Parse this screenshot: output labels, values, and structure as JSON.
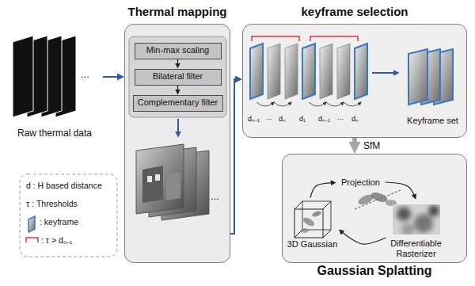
{
  "diagram": {
    "nodes": [
      {
        "text": [
          "Raw thermal data"
        ]
      },
      {
        "text": [
          "Thermal mapping"
        ]
      },
      {
        "text": [
          "Min-max scaling"
        ],
        "in": 1
      },
      {
        "text": [
          "Bilateral filter"
        ],
        "in": 1
      },
      {
        "text": [
          "Complementary filter"
        ],
        "in": 1
      },
      {
        "text": [
          "keyframe selection"
        ]
      },
      {
        "text": [
          "Keyframe set"
        ],
        "in": 5
      },
      {
        "text": [
          "Gaussian Splatting"
        ]
      },
      {
        "text": [
          "Projection"
        ],
        "in": 7
      },
      {
        "text": [
          "3D Gaussian"
        ],
        "in": 7
      },
      {
        "text": [
          "Differentiable Rasterizer"
        ],
        "in": 7
      }
    ],
    "edges": [
      {
        "from": 0,
        "to": 1,
        "arrow": "to"
      },
      {
        "from": 2,
        "to": 3,
        "arrow": "to"
      },
      {
        "from": 3,
        "to": 4,
        "arrow": "to"
      },
      {
        "from": 1,
        "to": 5,
        "arrow": "to"
      },
      {
        "from": 5,
        "to": 7,
        "label": "SfM",
        "arrow": "to"
      },
      {
        "from": 9,
        "to": 8,
        "arrow": "to"
      },
      {
        "from": 8,
        "to": 10,
        "arrow": "to"
      },
      {
        "from": 10,
        "to": 9,
        "arrow": "to"
      }
    ],
    "labels": [
      "...",
      "...",
      "dₙ₋₁",
      "...",
      "dₙ",
      "d₁",
      "dₙ₋₁",
      "...",
      "dₙ"
    ],
    "legend": [
      {
        "text": "d : H based distance"
      },
      {
        "text": "τ : Thresholds"
      },
      {
        "text": ": keyframe"
      },
      {
        "text": ": τ > dₙ₋₁"
      }
    ]
  }
}
